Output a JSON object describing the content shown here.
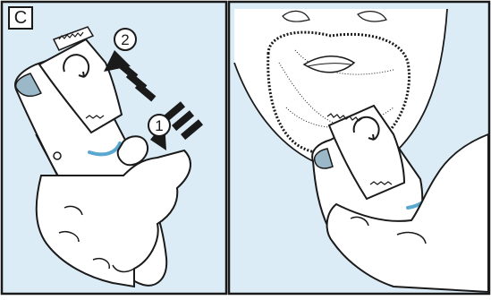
{
  "panel": {
    "label": "C"
  },
  "steps": [
    {
      "number": "1"
    },
    {
      "number": "2"
    }
  ],
  "colors": {
    "background": "#dcecf6",
    "outline": "#1a1a1a",
    "accent": "#5aa7cf",
    "skin": "#ffffff"
  }
}
